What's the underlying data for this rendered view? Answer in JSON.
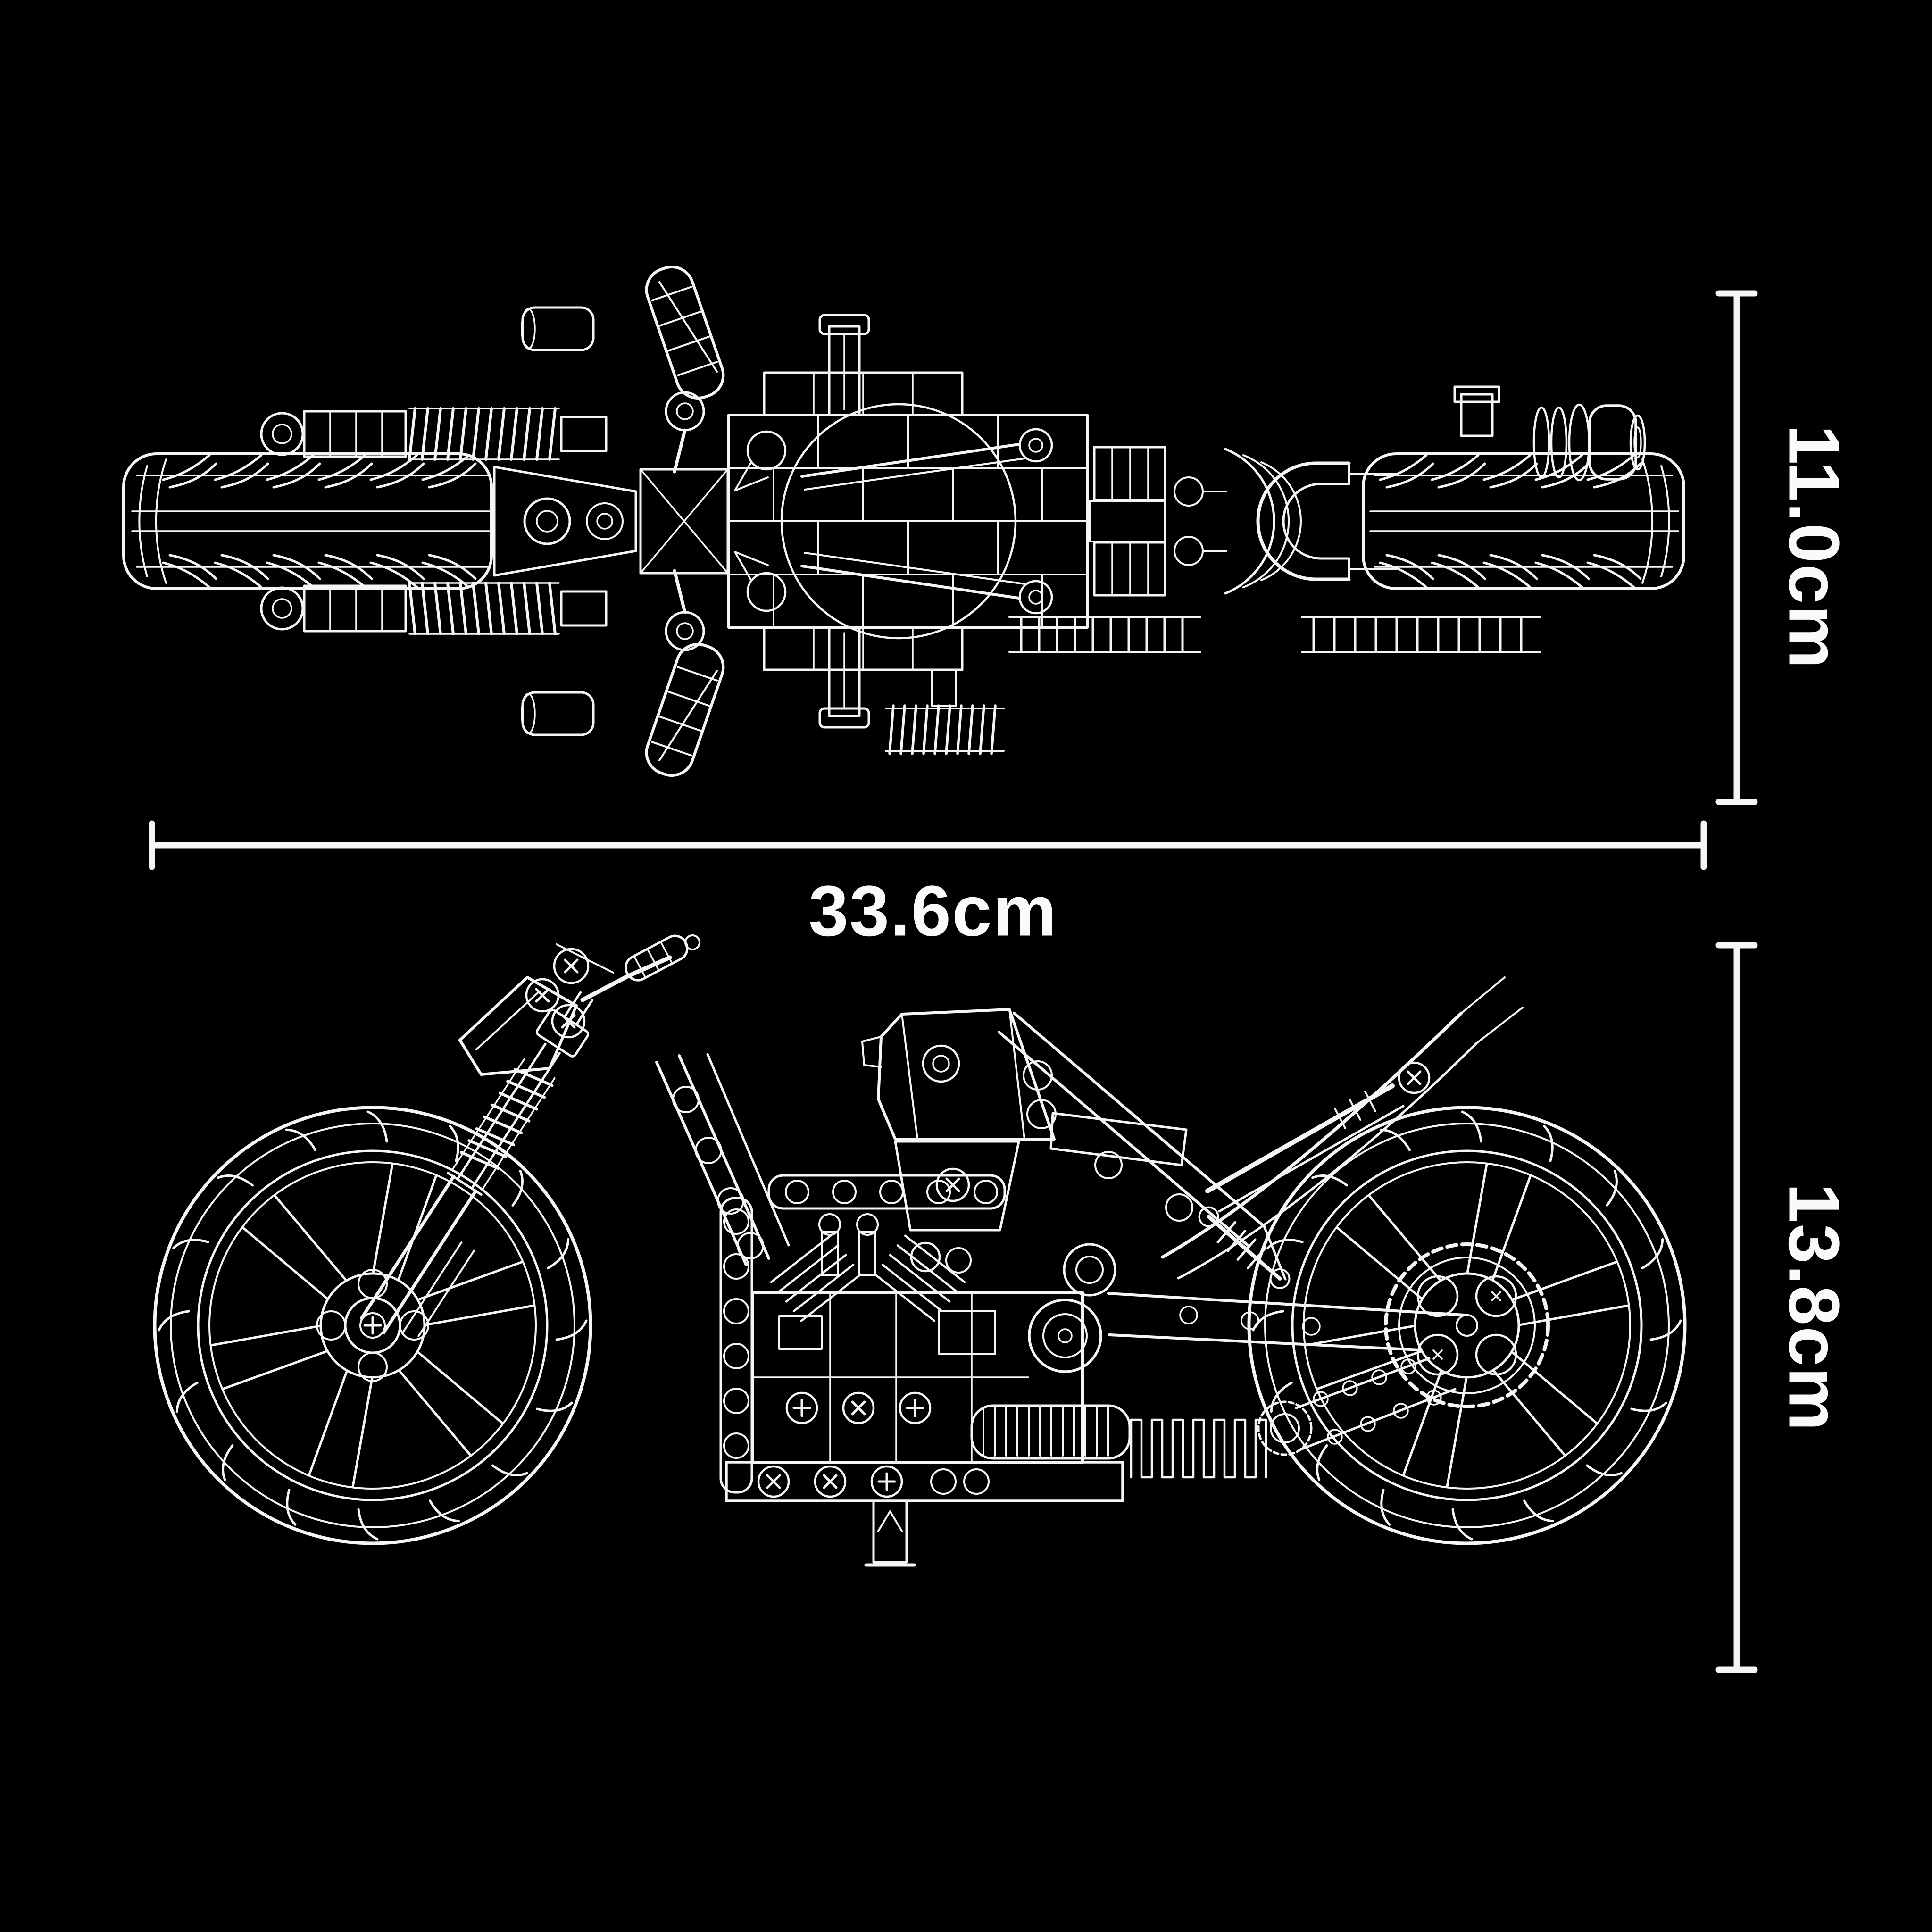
{
  "canvas": {
    "background_color": "#000000",
    "line_color": "#f5f5f5",
    "text_color": "#fafafa"
  },
  "drawing": {
    "subject": "blueprint-style white line drawing of a brick-built motorcycle model",
    "top_view": "motorcycle top view",
    "side_view": "motorcycle side view"
  },
  "dimensions": {
    "length": {
      "label": "33.6cm"
    },
    "top_view_height": {
      "label": "11.0cm"
    },
    "side_view_height": {
      "label": "13.8cm"
    }
  }
}
